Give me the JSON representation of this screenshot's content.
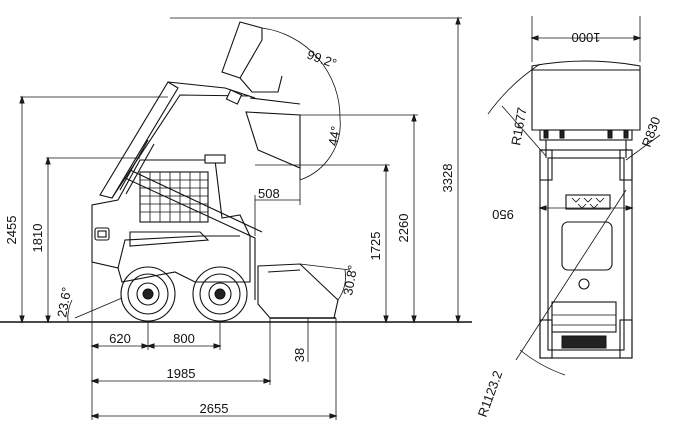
{
  "side_view": {
    "dimensions": {
      "max_height": "3328",
      "height_2455": "2455",
      "height_2260": "2260",
      "height_1810": "1810",
      "height_1725": "1725",
      "reach": "508",
      "dump_angle": "44°",
      "rollback_angle": "99.2°",
      "bucket_angle": "30.8°",
      "departure_angle": "23.6°",
      "wheel_offset": "620",
      "wheelbase": "800",
      "ground_clearance": "38",
      "length_no_bucket": "1985",
      "overall_length": "2655"
    }
  },
  "top_view": {
    "dimensions": {
      "bucket_width": "1000",
      "front_radius": "R1677",
      "corner_radius": "R830",
      "track_width": "950",
      "rear_radius": "R1123.2"
    }
  }
}
